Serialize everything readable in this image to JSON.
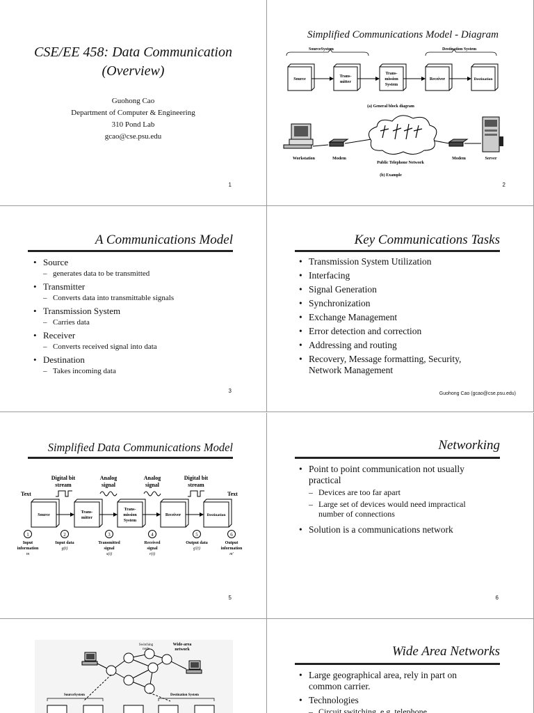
{
  "slide1": {
    "title_line1": "CSE/EE 458: Data Communication",
    "title_line2": "(Overview)",
    "author": "Guohong Cao",
    "dept": "Department of Computer & Engineering",
    "office": "310 Pond Lab",
    "email": "gcao@cse.psu.edu",
    "page": "1"
  },
  "slide2": {
    "title": "Simplified Communications Model - Diagram",
    "source_system": "SourceSystem",
    "destination_system": "Destination System",
    "boxes": [
      "Source",
      "Trans-",
      "mitter",
      "Trans-",
      "mission",
      "System",
      "Receiver",
      "Destination"
    ],
    "caption_a": "(a) General block diagram",
    "labels": [
      "Workstation",
      "Modem",
      "Public Telephone Network",
      "Modem",
      "Server"
    ],
    "caption_b": "(b) Example",
    "page": "2"
  },
  "slide3": {
    "title": "A Communications Model",
    "items": [
      {
        "text": "Source",
        "sub": "generates data to be transmitted"
      },
      {
        "text": "Transmitter",
        "sub": "Converts data into transmittable signals"
      },
      {
        "text": "Transmission System",
        "sub": "Carries data"
      },
      {
        "text": "Receiver",
        "sub": "Converts received signal into data"
      },
      {
        "text": "Destination",
        "sub": "Takes incoming data"
      }
    ],
    "page": "3"
  },
  "slide4": {
    "title": "Key Communications Tasks",
    "items": [
      "Transmission System Utilization",
      "Interfacing",
      "Signal Generation",
      "Synchronization",
      "Exchange Management",
      "Error detection and correction",
      "Addressing and routing",
      "Recovery, Message formatting, Security,",
      "Network Management"
    ],
    "footer": "Guohong Cao (gcao@cse.psu.edu)"
  },
  "slide5": {
    "title": "Simplified Data Communications Model",
    "top_labels": [
      "Digital bit",
      "stream",
      "Analog",
      "signal",
      "Analog",
      "signal",
      "Digital bit",
      "stream"
    ],
    "text_left": "Text",
    "text_right": "Text",
    "boxes": [
      "Source",
      "Trans-",
      "mitter",
      "Trans-",
      "mission",
      "System",
      "Receiver",
      "Destination"
    ],
    "nums": [
      "1",
      "2",
      "3",
      "4",
      "5",
      "6"
    ],
    "bottom1": [
      "Input",
      "information",
      "m"
    ],
    "bottom2": [
      "Input data",
      "g(t)"
    ],
    "bottom3": [
      "Transmitted",
      "signal",
      "s(t)"
    ],
    "bottom4": [
      "Received",
      "signal",
      "r(t)"
    ],
    "bottom5": [
      "Output data",
      "g'(t)"
    ],
    "bottom6": [
      "Output",
      "information",
      "m'"
    ],
    "page": "5"
  },
  "slide6": {
    "title": "Networking",
    "b1_line1": "Point to point communication not usually",
    "b1_line2": "practical",
    "sub1": "Devices are too far apart",
    "sub2_line1": "Large set of devices would need impractical",
    "sub2_line2": "number of connections",
    "b2": "Solution is a communications network",
    "page": "6"
  },
  "slide7": {
    "switching_node": "Switching",
    "node": "node",
    "wan": "Wide-area",
    "network": "network",
    "source_system": "SourceSystem",
    "destination_system": "Destination System"
  },
  "slide8": {
    "title": "Wide Area Networks",
    "b1_line1": "Large geographical area, rely in part on",
    "b1_line2": "common carrier.",
    "b2": "Technologies",
    "sub1": "Circuit switching, e.g. telephone"
  }
}
